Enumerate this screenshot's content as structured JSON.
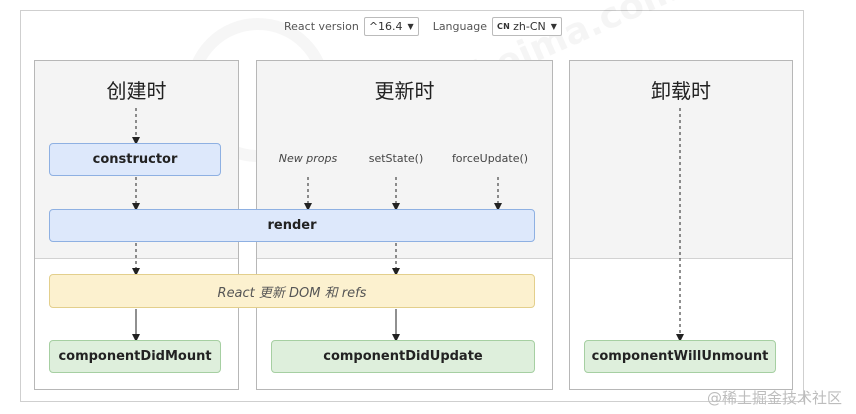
{
  "controls": {
    "react_version_label": "React version",
    "react_version_value": "^16.4",
    "language_label": "Language",
    "language_flag": "CN",
    "language_value": "zh-CN"
  },
  "phases": {
    "mount_title": "创建时",
    "update_title": "更新时",
    "unmount_title": "卸载时"
  },
  "triggers": {
    "new_props": "New props",
    "set_state": "setState()",
    "force_update": "forceUpdate()"
  },
  "boxes": {
    "constructor": "constructor",
    "render": "render",
    "react_updates": "React 更新 DOM 和 refs",
    "did_mount": "componentDidMount",
    "did_update": "componentDidUpdate",
    "will_unmount": "componentWillUnmount"
  },
  "watermark": {
    "site_text": "www.itheima.com",
    "attribution": "@稀土掘金技术社区"
  },
  "colors": {
    "blue_box": "#dde8fb",
    "green_box": "#deefdc",
    "yellow_box": "#fcf1cf",
    "panel_upper": "#f4f4f4"
  }
}
